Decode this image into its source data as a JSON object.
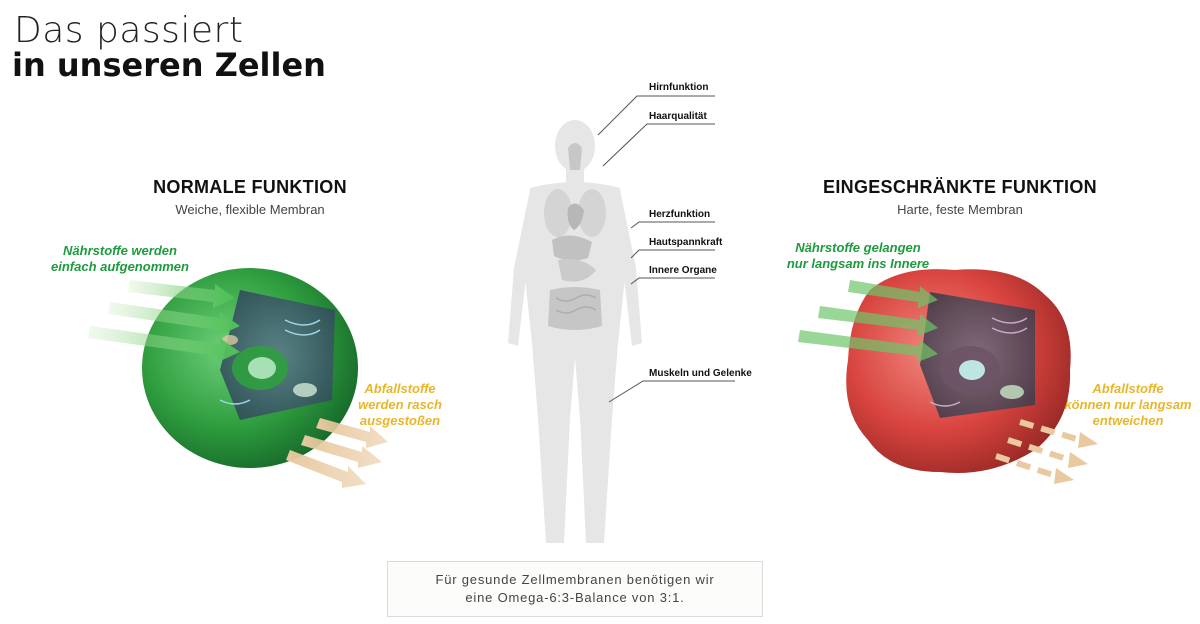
{
  "header": {
    "line1": "Das passiert",
    "line2": "in unseren Zellen"
  },
  "normal": {
    "title": "NORMALE FUNKTION",
    "subtitle": "Weiche, flexible Membran",
    "nutrients": [
      "Nährstoffe werden",
      "einfach aufgenommen"
    ],
    "waste": [
      "Abfallstoffe",
      "werden rasch",
      "ausgestoßen"
    ],
    "cell_color": "#2f9e3f"
  },
  "impaired": {
    "title": "EINGESCHRÄNKTE FUNKTION",
    "subtitle": "Harte, feste Membran",
    "nutrients": [
      "Nährstoffe gelangen",
      "nur langsam ins Innere"
    ],
    "waste": [
      "Abfallstoffe",
      "können nur langsam",
      "entweichen"
    ],
    "cell_color": "#d9443f"
  },
  "body_labels": [
    "Hirnfunktion",
    "Haarqualität",
    "Herzfunktion",
    "Hautspannkraft",
    "Innere Organe",
    "Muskeln und Gelenke"
  ],
  "info": {
    "line1": "Für gesunde Zellmembranen benötigen wir",
    "line2": "eine Omega-6:3-Balance von 3:1."
  },
  "colors": {
    "nutrient_green": "#1e9b3e",
    "waste_yellow": "#e9b62a",
    "arrow_tan": "#e8c9a0"
  }
}
